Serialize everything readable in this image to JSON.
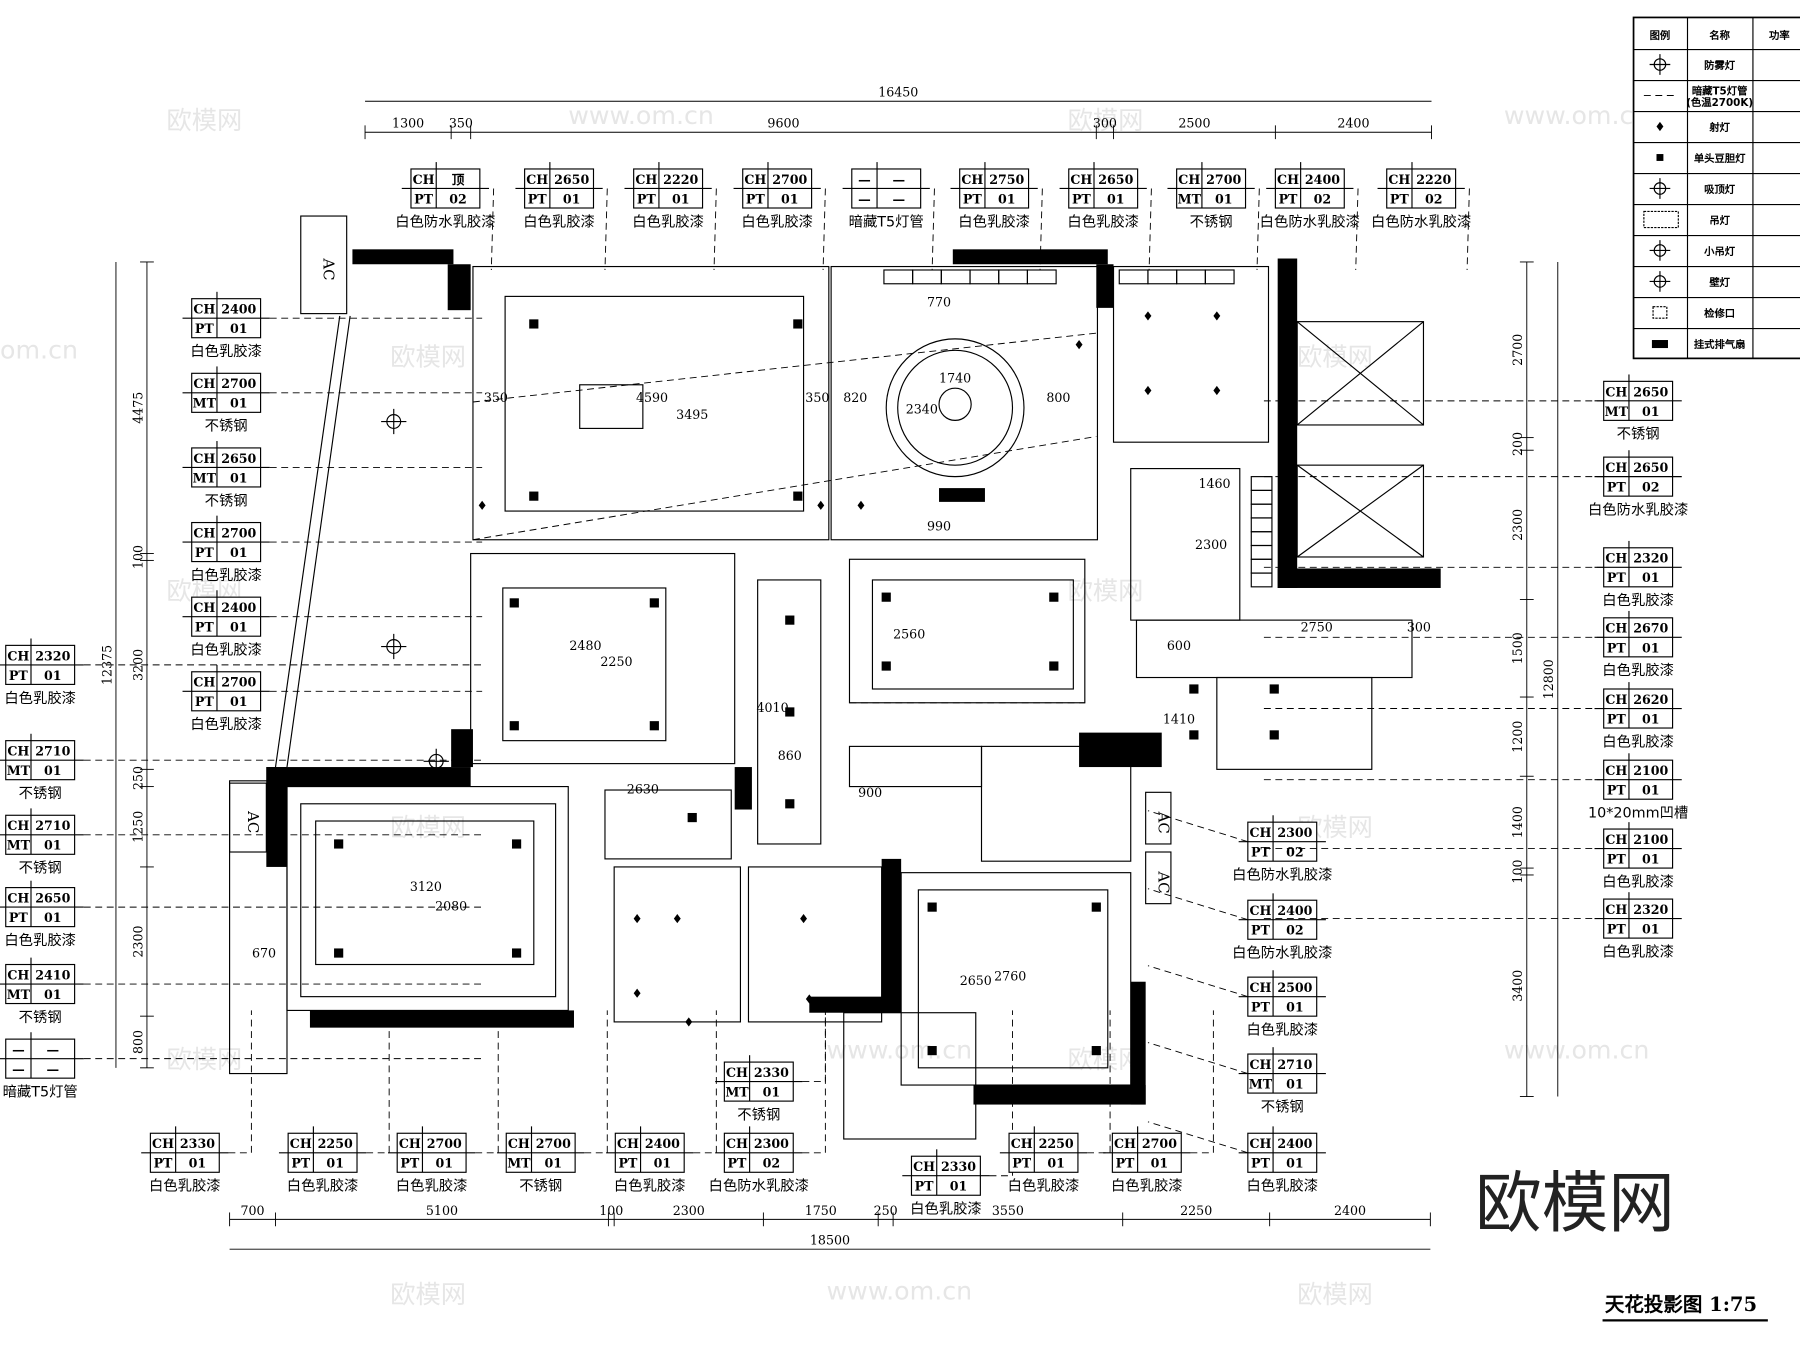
{
  "drawing": {
    "title": "天花投影图 1:75",
    "logo_text": "欧模网",
    "watermark_texts": [
      "欧模网",
      "www.om.cn",
      "om.cn"
    ],
    "ac_label": "AC"
  },
  "legend": {
    "headers": [
      "图例",
      "名称",
      "功率"
    ],
    "rows": [
      {
        "icon": "fog-proof-lamp-icon",
        "name": "防雾灯"
      },
      {
        "icon": "hidden-t5-tube-icon",
        "name": "暗藏T5灯管",
        "name2": "(色温2700K)"
      },
      {
        "icon": "spotlight-icon",
        "name": "射灯"
      },
      {
        "icon": "single-downlight-icon",
        "name": "单头豆胆灯"
      },
      {
        "icon": "ceiling-lamp-icon",
        "name": "吸顶灯"
      },
      {
        "icon": "chandelier-icon",
        "name": "吊灯"
      },
      {
        "icon": "small-chandelier-icon",
        "name": "小吊灯"
      },
      {
        "icon": "wall-lamp-icon",
        "name": "壁灯"
      },
      {
        "icon": "access-panel-icon",
        "name": "检修口"
      },
      {
        "icon": "exhaust-fan-icon",
        "name": "挂式排气扇"
      }
    ]
  },
  "dimensions": {
    "top_overall": "16450",
    "top": [
      "1300",
      "350",
      "9600",
      "300",
      "2500",
      "2400"
    ],
    "bottom_overall": "18500",
    "bottom": [
      "700",
      "5100",
      "100",
      "2300",
      "1750",
      "250",
      "3550",
      "2250",
      "2400"
    ],
    "left_overall": "12375",
    "left": [
      "4475",
      "100",
      "3200",
      "250",
      "1250",
      "2300",
      "800"
    ],
    "right_overall": "12800",
    "right": [
      "2700",
      "200",
      "2300",
      "1500",
      "1200",
      "1400",
      "100",
      "3400"
    ],
    "interior": [
      "4590",
      "3495",
      "1740",
      "2340",
      "820",
      "800",
      "350",
      "350",
      "2480",
      "2250",
      "4010",
      "860",
      "2560",
      "1460",
      "2300",
      "2750",
      "300",
      "2630",
      "3120",
      "2080",
      "670",
      "2760",
      "2650",
      "900",
      "1410",
      "600",
      "990",
      "770"
    ]
  },
  "tags": {
    "top": [
      {
        "k1": "CH",
        "v1": "顶",
        "k2": "PT",
        "v2": "02",
        "label": "白色防水乳胶漆"
      },
      {
        "k1": "CH",
        "v1": "2650",
        "k2": "PT",
        "v2": "01",
        "label": "白色乳胶漆"
      },
      {
        "k1": "CH",
        "v1": "2220",
        "k2": "PT",
        "v2": "01",
        "label": "白色乳胶漆"
      },
      {
        "k1": "CH",
        "v1": "2700",
        "k2": "PT",
        "v2": "01",
        "label": "白色乳胶漆"
      },
      {
        "k1": "—",
        "v1": "—",
        "k2": "—",
        "v2": "—",
        "label": "暗藏T5灯管"
      },
      {
        "k1": "CH",
        "v1": "2750",
        "k2": "PT",
        "v2": "01",
        "label": "白色乳胶漆"
      },
      {
        "k1": "CH",
        "v1": "2650",
        "k2": "PT",
        "v2": "01",
        "label": "白色乳胶漆"
      },
      {
        "k1": "CH",
        "v1": "2700",
        "k2": "MT",
        "v2": "01",
        "label": "不锈钢"
      },
      {
        "k1": "CH",
        "v1": "2400",
        "k2": "PT",
        "v2": "02",
        "label": "白色防水乳胶漆"
      },
      {
        "k1": "CH",
        "v1": "2220",
        "k2": "PT",
        "v2": "02",
        "label": "白色防水乳胶漆"
      }
    ],
    "left_inner": [
      {
        "k1": "CH",
        "v1": "2400",
        "k2": "PT",
        "v2": "01",
        "label": "白色乳胶漆"
      },
      {
        "k1": "CH",
        "v1": "2700",
        "k2": "MT",
        "v2": "01",
        "label": "不锈钢"
      },
      {
        "k1": "CH",
        "v1": "2650",
        "k2": "MT",
        "v2": "01",
        "label": "不锈钢"
      },
      {
        "k1": "CH",
        "v1": "2700",
        "k2": "PT",
        "v2": "01",
        "label": "白色乳胶漆"
      },
      {
        "k1": "CH",
        "v1": "2400",
        "k2": "PT",
        "v2": "01",
        "label": "白色乳胶漆"
      },
      {
        "k1": "CH",
        "v1": "2700",
        "k2": "PT",
        "v2": "01",
        "label": "白色乳胶漆"
      }
    ],
    "left_outer": [
      {
        "k1": "CH",
        "v1": "2320",
        "k2": "PT",
        "v2": "01",
        "label": "白色乳胶漆"
      },
      {
        "k1": "CH",
        "v1": "2710",
        "k2": "MT",
        "v2": "01",
        "label": "不锈钢"
      },
      {
        "k1": "CH",
        "v1": "2710",
        "k2": "MT",
        "v2": "01",
        "label": "不锈钢"
      },
      {
        "k1": "CH",
        "v1": "2650",
        "k2": "PT",
        "v2": "01",
        "label": "白色乳胶漆"
      },
      {
        "k1": "CH",
        "v1": "2410",
        "k2": "MT",
        "v2": "01",
        "label": "不锈钢"
      },
      {
        "k1": "—",
        "v1": "—",
        "k2": "—",
        "v2": "—",
        "label": "暗藏T5灯管"
      }
    ],
    "bottom": [
      {
        "k1": "CH",
        "v1": "2330",
        "k2": "PT",
        "v2": "01",
        "label": "白色乳胶漆"
      },
      {
        "k1": "CH",
        "v1": "2250",
        "k2": "PT",
        "v2": "01",
        "label": "白色乳胶漆"
      },
      {
        "k1": "CH",
        "v1": "2700",
        "k2": "PT",
        "v2": "01",
        "label": "白色乳胶漆"
      },
      {
        "k1": "CH",
        "v1": "2700",
        "k2": "MT",
        "v2": "01",
        "label": "不锈钢"
      },
      {
        "k1": "CH",
        "v1": "2400",
        "k2": "PT",
        "v2": "01",
        "label": "白色乳胶漆"
      },
      {
        "k1": "CH",
        "v1": "2300",
        "k2": "PT",
        "v2": "02",
        "label": "白色防水乳胶漆"
      },
      {
        "k1": "CH",
        "v1": "2330",
        "k2": "MT",
        "v2": "01",
        "label": "不锈钢"
      },
      {
        "k1": "CH",
        "v1": "2330",
        "k2": "PT",
        "v2": "01",
        "label": "白色乳胶漆"
      },
      {
        "k1": "CH",
        "v1": "2250",
        "k2": "PT",
        "v2": "01",
        "label": "白色乳胶漆"
      },
      {
        "k1": "CH",
        "v1": "2700",
        "k2": "PT",
        "v2": "01",
        "label": "白色乳胶漆"
      }
    ],
    "right_inner": [
      {
        "k1": "CH",
        "v1": "2300",
        "k2": "PT",
        "v2": "02",
        "label": "白色防水乳胶漆"
      },
      {
        "k1": "CH",
        "v1": "2400",
        "k2": "PT",
        "v2": "02",
        "label": "白色防水乳胶漆"
      },
      {
        "k1": "CH",
        "v1": "2500",
        "k2": "PT",
        "v2": "01",
        "label": "白色乳胶漆"
      },
      {
        "k1": "CH",
        "v1": "2710",
        "k2": "MT",
        "v2": "01",
        "label": "不锈钢"
      },
      {
        "k1": "CH",
        "v1": "2400",
        "k2": "PT",
        "v2": "01",
        "label": "白色乳胶漆"
      }
    ],
    "right_outer": [
      {
        "k1": "CH",
        "v1": "2650",
        "k2": "MT",
        "v2": "01",
        "label": "不锈钢"
      },
      {
        "k1": "CH",
        "v1": "2650",
        "k2": "PT",
        "v2": "02",
        "label": "白色防水乳胶漆"
      },
      {
        "k1": "CH",
        "v1": "2320",
        "k2": "PT",
        "v2": "01",
        "label": "白色乳胶漆"
      },
      {
        "k1": "CH",
        "v1": "2670",
        "k2": "PT",
        "v2": "01",
        "label": "白色乳胶漆"
      },
      {
        "k1": "CH",
        "v1": "2620",
        "k2": "PT",
        "v2": "01",
        "label": "白色乳胶漆"
      },
      {
        "k1": "CH",
        "v1": "2100",
        "k2": "PT",
        "v2": "01",
        "label": "10*20mm凹槽"
      },
      {
        "k1": "CH",
        "v1": "2100",
        "k2": "PT",
        "v2": "01",
        "label": "白色乳胶漆"
      },
      {
        "k1": "CH",
        "v1": "2320",
        "k2": "PT",
        "v2": "01",
        "label": "白色乳胶漆"
      }
    ]
  }
}
